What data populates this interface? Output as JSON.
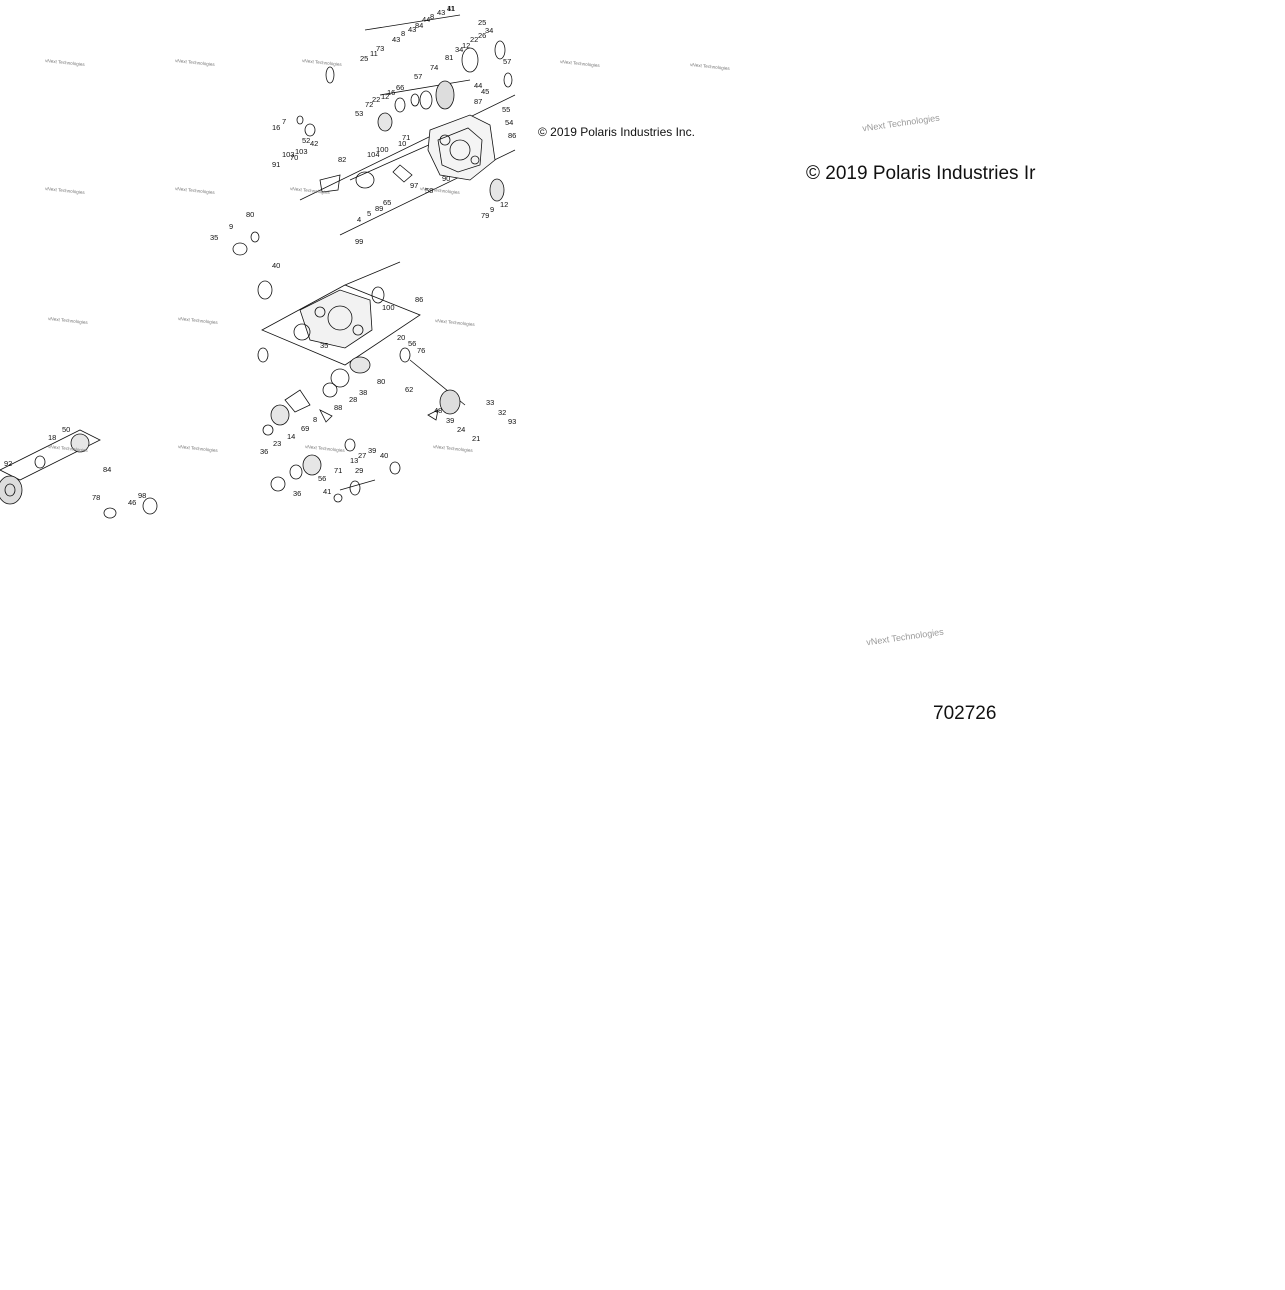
{
  "copyright_small": "© 2019 Polaris Industries Inc.",
  "copyright_large": "© 2019 Polaris Industries Ir",
  "figure_number": "702726",
  "watermark_text": "vNext Technologies",
  "part_labels_top": [
    "11",
    "43",
    "8",
    "44",
    "84",
    "43",
    "8",
    "25",
    "25",
    "11",
    "73",
    "43",
    "81",
    "74",
    "57",
    "34",
    "12",
    "22",
    "26",
    "34",
    "72",
    "22",
    "12",
    "16",
    "66",
    "44",
    "45",
    "87",
    "16",
    "7",
    "42",
    "52",
    "70",
    "103",
    "103",
    "82",
    "91",
    "10",
    "71",
    "100",
    "104",
    "97",
    "90",
    "99",
    "4",
    "5",
    "89",
    "65",
    "79",
    "9",
    "12",
    "58",
    "86",
    "54",
    "55",
    "57",
    "53",
    "41"
  ],
  "part_labels_middle": [
    "35",
    "9",
    "80",
    "40",
    "100",
    "86",
    "35",
    "20",
    "56",
    "76",
    "80",
    "62",
    "38",
    "28",
    "88",
    "48",
    "39",
    "33",
    "32",
    "93",
    "24",
    "21",
    "14",
    "69",
    "8",
    "23",
    "36",
    "27",
    "39",
    "13",
    "40",
    "71",
    "29",
    "56",
    "36",
    "41"
  ],
  "part_labels_left": [
    "50",
    "18",
    "84",
    "92",
    "78",
    "46",
    "98"
  ],
  "colors": {
    "ink": "#111111",
    "watermark": "#888888",
    "background": "#ffffff"
  }
}
